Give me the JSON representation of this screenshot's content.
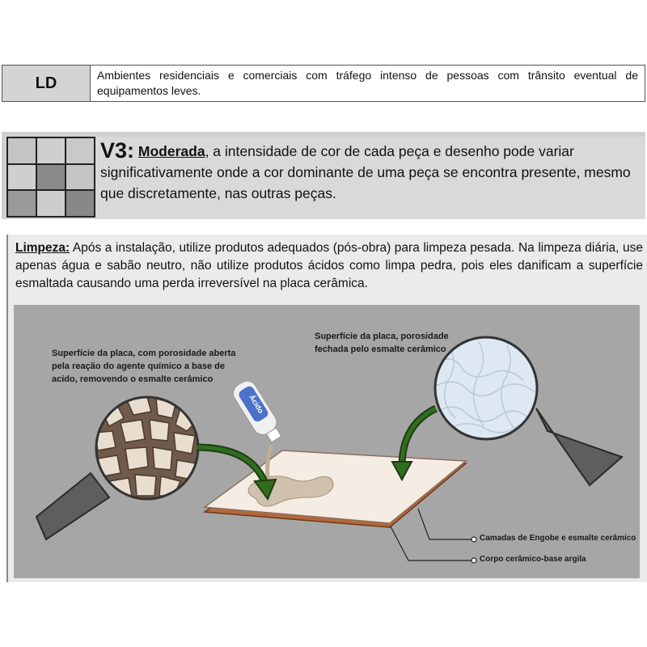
{
  "ld": {
    "code": "LD",
    "description": "Ambientes residenciais e comerciais com tráfego intenso de pessoas com trânsito eventual de equipamentos leves."
  },
  "v3": {
    "code": "V3:",
    "level": "Moderada",
    "description": ", a intensidade de cor de cada peça e desenho pode variar significativamente onde a cor dominante de uma peça se encontra presente, mesmo que discretamente, nas outras peças."
  },
  "cleaning": {
    "title": "Limpeza:",
    "text": " Após a instalação, utilize produtos adequados (pós-obra) para limpeza pesada. Na limpeza diária, use apenas água e sabão neutro, não utilize produtos ácidos como limpa pedra, pois eles danificam a superfície esmaltada causando uma perda irreversível na placa cerâmica."
  },
  "illustration": {
    "label_open": "Superfície da placa, com porosidade aberta pela reação do agente químico a base de acido, removendo o esmalte cerâmico",
    "label_closed": "Superfície da placa, porosidade fechada pelo esmalte cerâmico",
    "bottle_label": "Ácido",
    "layer_engobe": "Camadas de Engobe e esmalte cerâmico",
    "layer_body": "Corpo cerâmico-base argila"
  }
}
